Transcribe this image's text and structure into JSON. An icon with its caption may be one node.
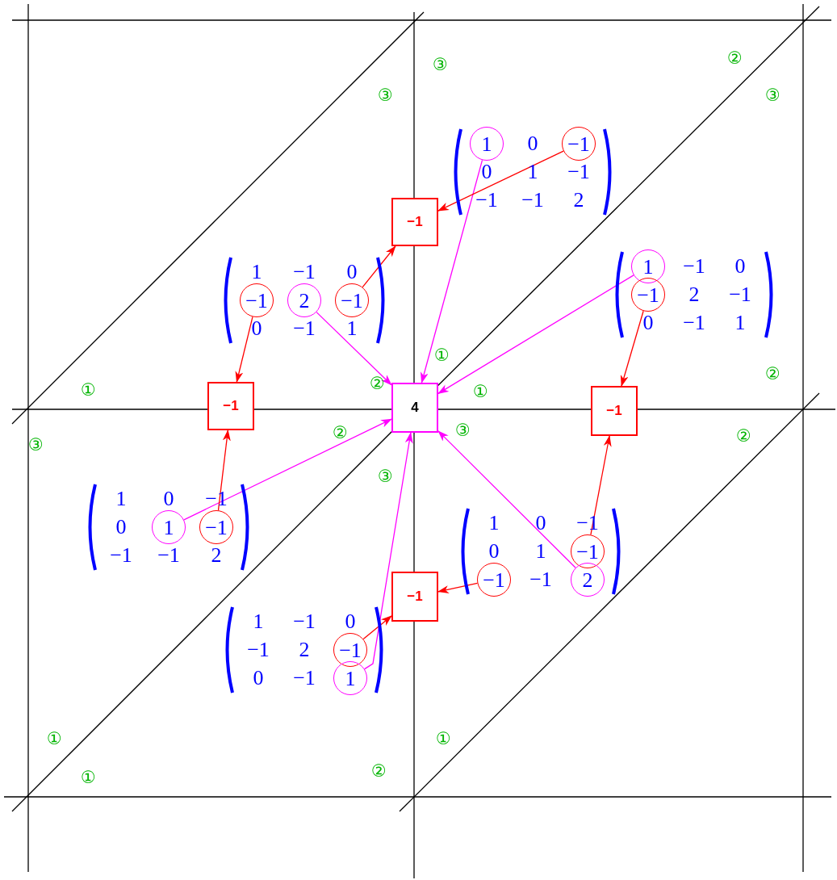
{
  "diagram": {
    "nodes": [
      {
        "text": [
          "0",
          "0",
          "1",
          "−1",
          "−1",
          "−1",
          "2"
        ]
      },
      {
        "text": [
          "1"
        ],
        "in": 0
      },
      {
        "text": [
          "−1"
        ],
        "in": 0
      },
      {
        "text": [
          "−1"
        ]
      },
      {
        "text": [
          "−1",
          "0",
          "2",
          "−1",
          "0",
          "−1",
          "1"
        ]
      },
      {
        "text": [
          "1"
        ],
        "in": 4
      },
      {
        "text": [
          "−1"
        ],
        "in": 4
      },
      {
        "text": [
          "1",
          "−1",
          "0",
          "0",
          "−1",
          "1"
        ]
      },
      {
        "text": [
          "−1"
        ],
        "in": 7
      },
      {
        "text": [
          "2"
        ],
        "in": 7
      },
      {
        "text": [
          "−1"
        ],
        "in": 7
      },
      {
        "text": [
          "−1"
        ]
      },
      {
        "text": [
          "4"
        ]
      },
      {
        "text": [
          "−1"
        ]
      },
      {
        "text": [
          "1",
          "0",
          "−1",
          "0",
          "−1",
          "−1",
          "2"
        ]
      },
      {
        "text": [
          "1"
        ],
        "in": 14
      },
      {
        "text": [
          "−1"
        ],
        "in": 14
      },
      {
        "text": [
          "1",
          "0",
          "−1",
          "0",
          "1",
          "−1"
        ]
      },
      {
        "text": [
          "−1"
        ],
        "in": 17
      },
      {
        "text": [
          "−1"
        ],
        "in": 17
      },
      {
        "text": [
          "2"
        ],
        "in": 17
      },
      {
        "text": [
          "−1"
        ]
      },
      {
        "text": [
          "1",
          "−1",
          "0",
          "−1",
          "2",
          "0",
          "−1"
        ]
      },
      {
        "text": [
          "−1"
        ],
        "in": 22
      },
      {
        "text": [
          "1"
        ],
        "in": 22
      }
    ],
    "edges": [
      {
        "from": 1,
        "to": 12,
        "arrow": "to",
        "color": "#ff00ff"
      },
      {
        "from": 2,
        "to": 3,
        "arrow": "to"
      },
      {
        "from": 5,
        "to": 12,
        "arrow": "to",
        "color": "#ff00ff"
      },
      {
        "from": 6,
        "to": 13,
        "arrow": "to"
      },
      {
        "from": 8,
        "to": 11,
        "arrow": "to"
      },
      {
        "from": 9,
        "to": 12,
        "arrow": "to",
        "color": "#ff00ff"
      },
      {
        "from": 10,
        "to": 3,
        "arrow": "to"
      },
      {
        "from": 15,
        "to": 12,
        "arrow": "to",
        "color": "#ff00ff"
      },
      {
        "from": 16,
        "to": 11,
        "arrow": "to"
      },
      {
        "from": 18,
        "to": 13,
        "arrow": "to"
      },
      {
        "from": 19,
        "to": 21,
        "arrow": "to"
      },
      {
        "from": 20,
        "to": 12,
        "arrow": "to",
        "color": "#ff00ff"
      },
      {
        "from": 23,
        "to": 21,
        "arrow": "to"
      },
      {
        "from": 24,
        "to": 12,
        "arrow": "to",
        "color": "#ff00ff"
      }
    ],
    "labels": [
      "②",
      "③",
      "③",
      "③",
      "①",
      "②",
      "②",
      "①",
      "①",
      "②",
      "③",
      "②",
      "③",
      "③",
      "①",
      "①",
      "②",
      "①"
    ]
  }
}
